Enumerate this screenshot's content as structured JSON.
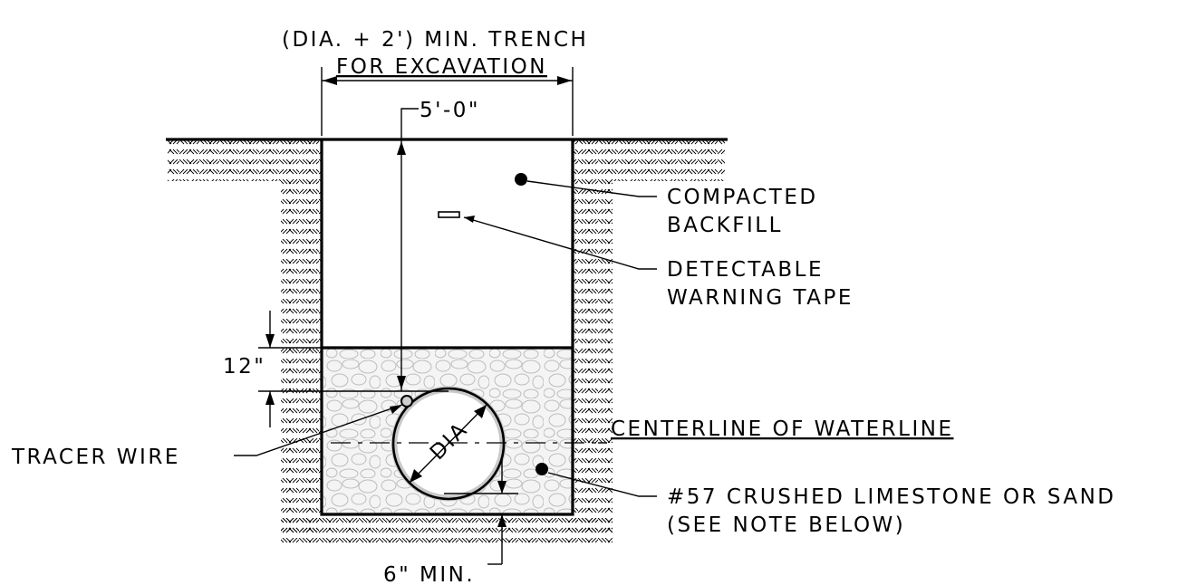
{
  "title": "",
  "colors": {
    "line": "#000000",
    "background": "#ffffff",
    "pipe_inner_ring": "#c8c8c8",
    "bedding_stone": "#dddddd",
    "tracer_wire_fill": "#cfcfcf"
  },
  "labels": {
    "trench_width": "(DIA. + 2') MIN. TRENCH",
    "for_excavation": "FOR EXCAVATION",
    "cover_depth": "5'-0\"",
    "compacted_line1": "COMPACTED",
    "compacted_line2": "BACKFILL",
    "detectable_line1": "DETECTABLE",
    "detectable_line2": "WARNING TAPE",
    "bedding_above_pipe": "12\"",
    "centerline": "CENTERLINE OF WATERLINE",
    "pipe_diameter": "DIA",
    "tracer_wire": "TRACER WIRE",
    "bedding_material_line1": "#57 CRUSHED LIMESTONE OR SAND",
    "bedding_material_line2": "(SEE NOTE BELOW)",
    "bedding_below_pipe": "6\" MIN."
  }
}
